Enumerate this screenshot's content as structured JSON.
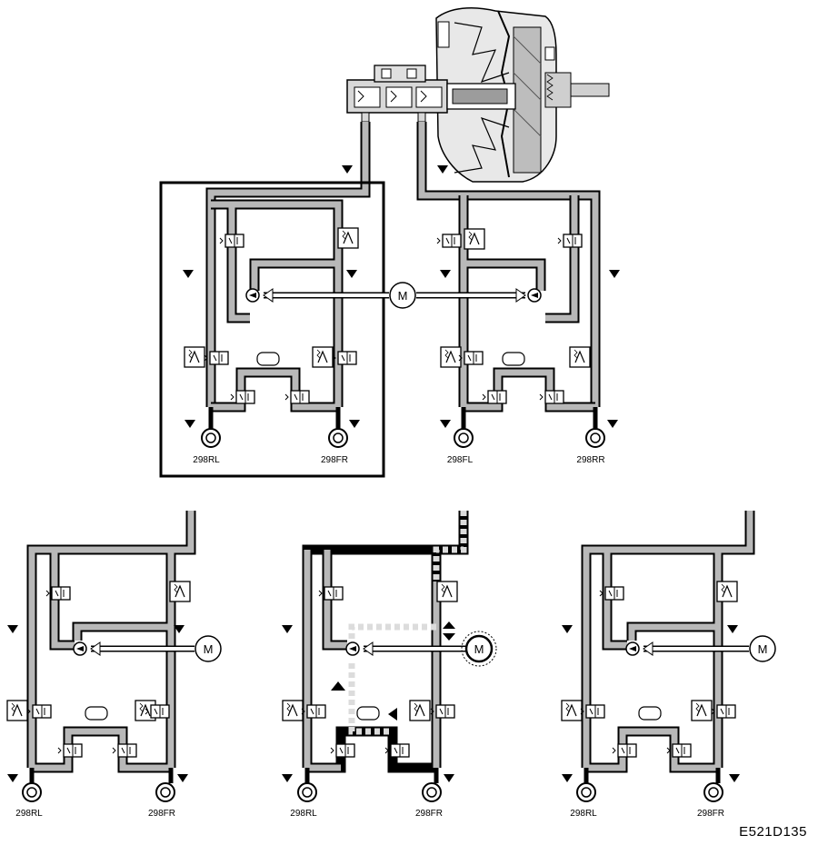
{
  "figure_id": "E521D135",
  "pump_motor_symbol": "M",
  "wheel_labels": {
    "rl": "298RL",
    "fr": "298FR",
    "fl": "298FL",
    "rr": "298RR"
  },
  "icons": {
    "booster": "brake-booster-master-cylinder-icon",
    "motor": "pump-motor-icon",
    "valve": "solenoid-valve-icon",
    "wheel": "wheel-brake-icon",
    "arrow": "flow-arrow-icon"
  },
  "colors": {
    "pipe_fill": "#b8b8b8",
    "line": "#000000",
    "highlight_pipe": "#dcdcdc"
  }
}
